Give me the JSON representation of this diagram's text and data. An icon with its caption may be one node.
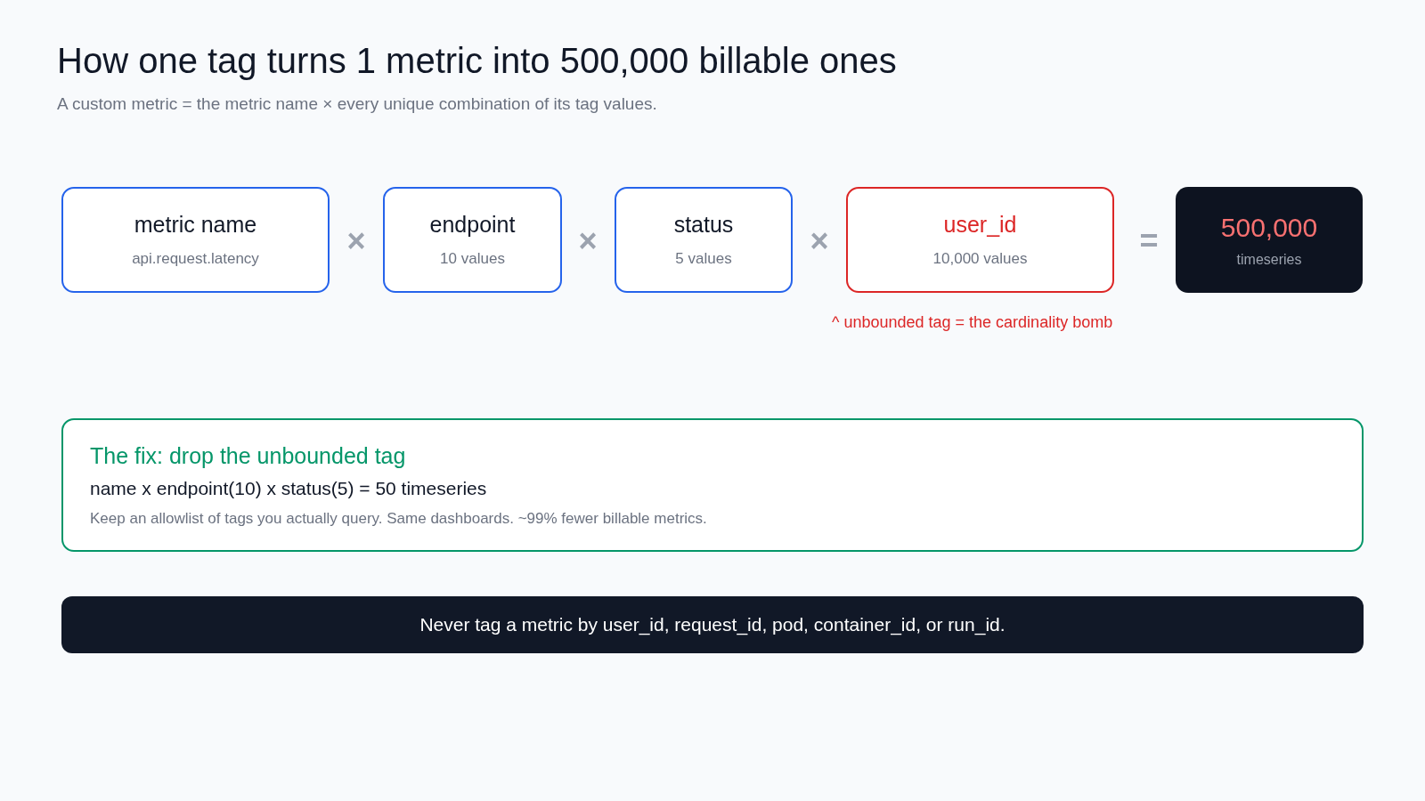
{
  "diagram": {
    "title": "How one tag turns 1 metric into 500,000 billable ones",
    "nodes": [
      {
        "text": [
          "metric name",
          "api.request.latency"
        ]
      },
      {
        "text": [
          "endpoint",
          "10 values"
        ]
      },
      {
        "text": [
          "status",
          "5 values"
        ]
      },
      {
        "text": [
          "user_id",
          "10,000 values"
        ],
        "beside": [
          "^ unbounded tag = the cardinality bomb"
        ]
      },
      {
        "text": [
          "500,000",
          "timeseries"
        ]
      },
      {
        "text": [
          "The fix: drop the unbounded tag",
          "name x endpoint(10) x status(5) = 50 timeseries",
          "Keep an allowlist of tags you actually query. Same dashboards. ~99% fewer billable metrics."
        ]
      },
      {
        "text": [
          "Never tag a metric by user_id, request_id, pod, container_id, or run_id."
        ]
      }
    ],
    "edges": [],
    "labels": [
      "A custom metric = the metric name × every unique combination of its tag values.",
      "×",
      "×",
      "×",
      "="
    ]
  }
}
